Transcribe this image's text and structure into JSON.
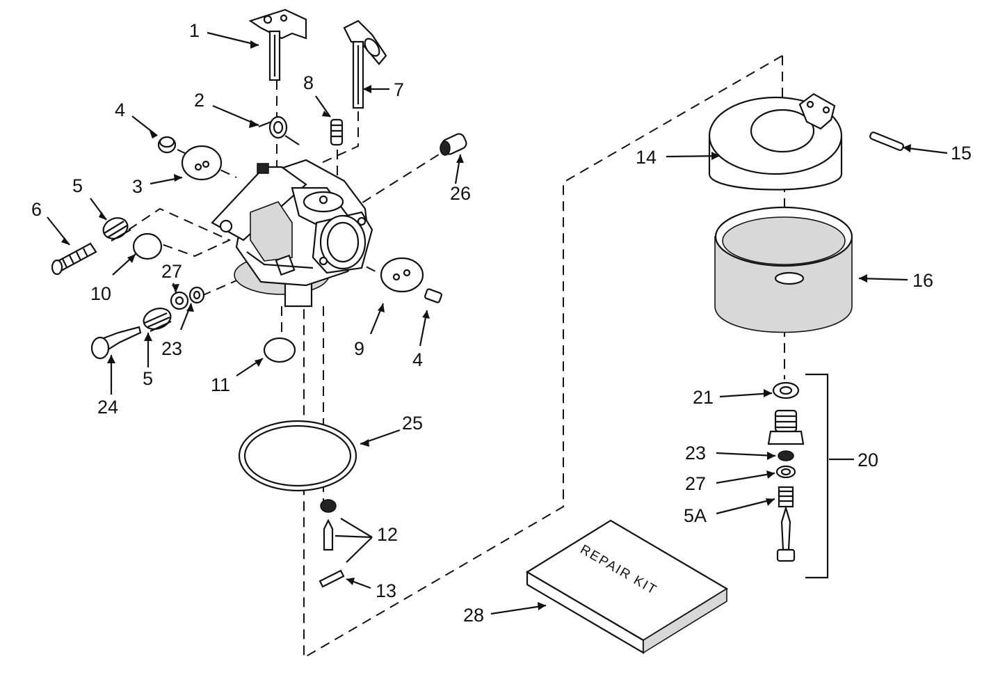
{
  "diagram": {
    "callouts": {
      "c1": "1",
      "c2": "2",
      "c3": "3",
      "c4a": "4",
      "c4b": "4",
      "c5a": "5",
      "c5b": "5",
      "c6": "6",
      "c7": "7",
      "c8": "8",
      "c9": "9",
      "c10": "10",
      "c11": "11",
      "c12": "12",
      "c13": "13",
      "c14": "14",
      "c15": "15",
      "c16": "16",
      "c20": "20",
      "c21": "21",
      "c23a": "23",
      "c23b": "23",
      "c24": "24",
      "c25": "25",
      "c26": "26",
      "c27a": "27",
      "c27b": "27",
      "c28": "28",
      "c5A": "5A"
    },
    "repair_kit_text": "REPAIR KIT"
  }
}
